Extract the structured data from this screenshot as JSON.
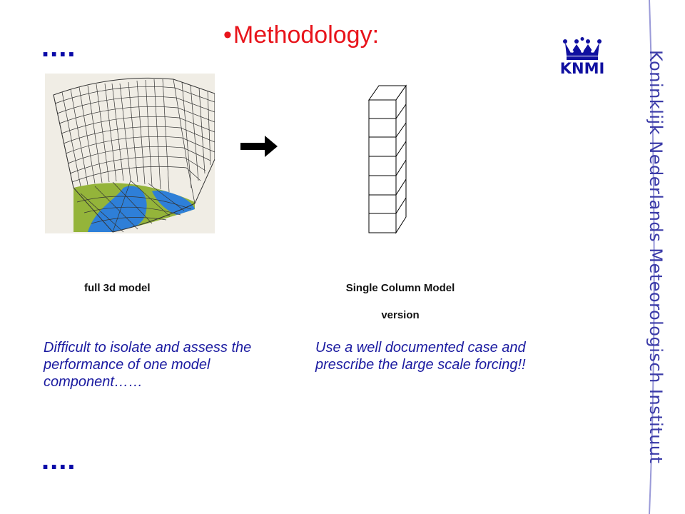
{
  "slide": {
    "title_bullet": "•",
    "title": "Methodology:",
    "dots_top": "....",
    "dots_bottom": "....",
    "logo_text": "KNMI",
    "side_text": "Koninklijk Nederlands Meteorologisch Instituut",
    "label_3d": "full 3d model",
    "label_scm_line1": "Single Column Model",
    "label_scm_line2": "version",
    "text_left": "Difficult to isolate and assess the performance of one model component……",
    "text_right": "Use a well documented case and prescribe the large scale forcing!!"
  },
  "colors": {
    "title": "#e8141b",
    "body_text": "#1a1aa0",
    "side_band": "#9a9ad8",
    "globe_land": "#94b43a",
    "globe_ocean": "#2e7fd8"
  },
  "icons": [
    "knmi-crown-logo",
    "right-arrow-icon"
  ]
}
